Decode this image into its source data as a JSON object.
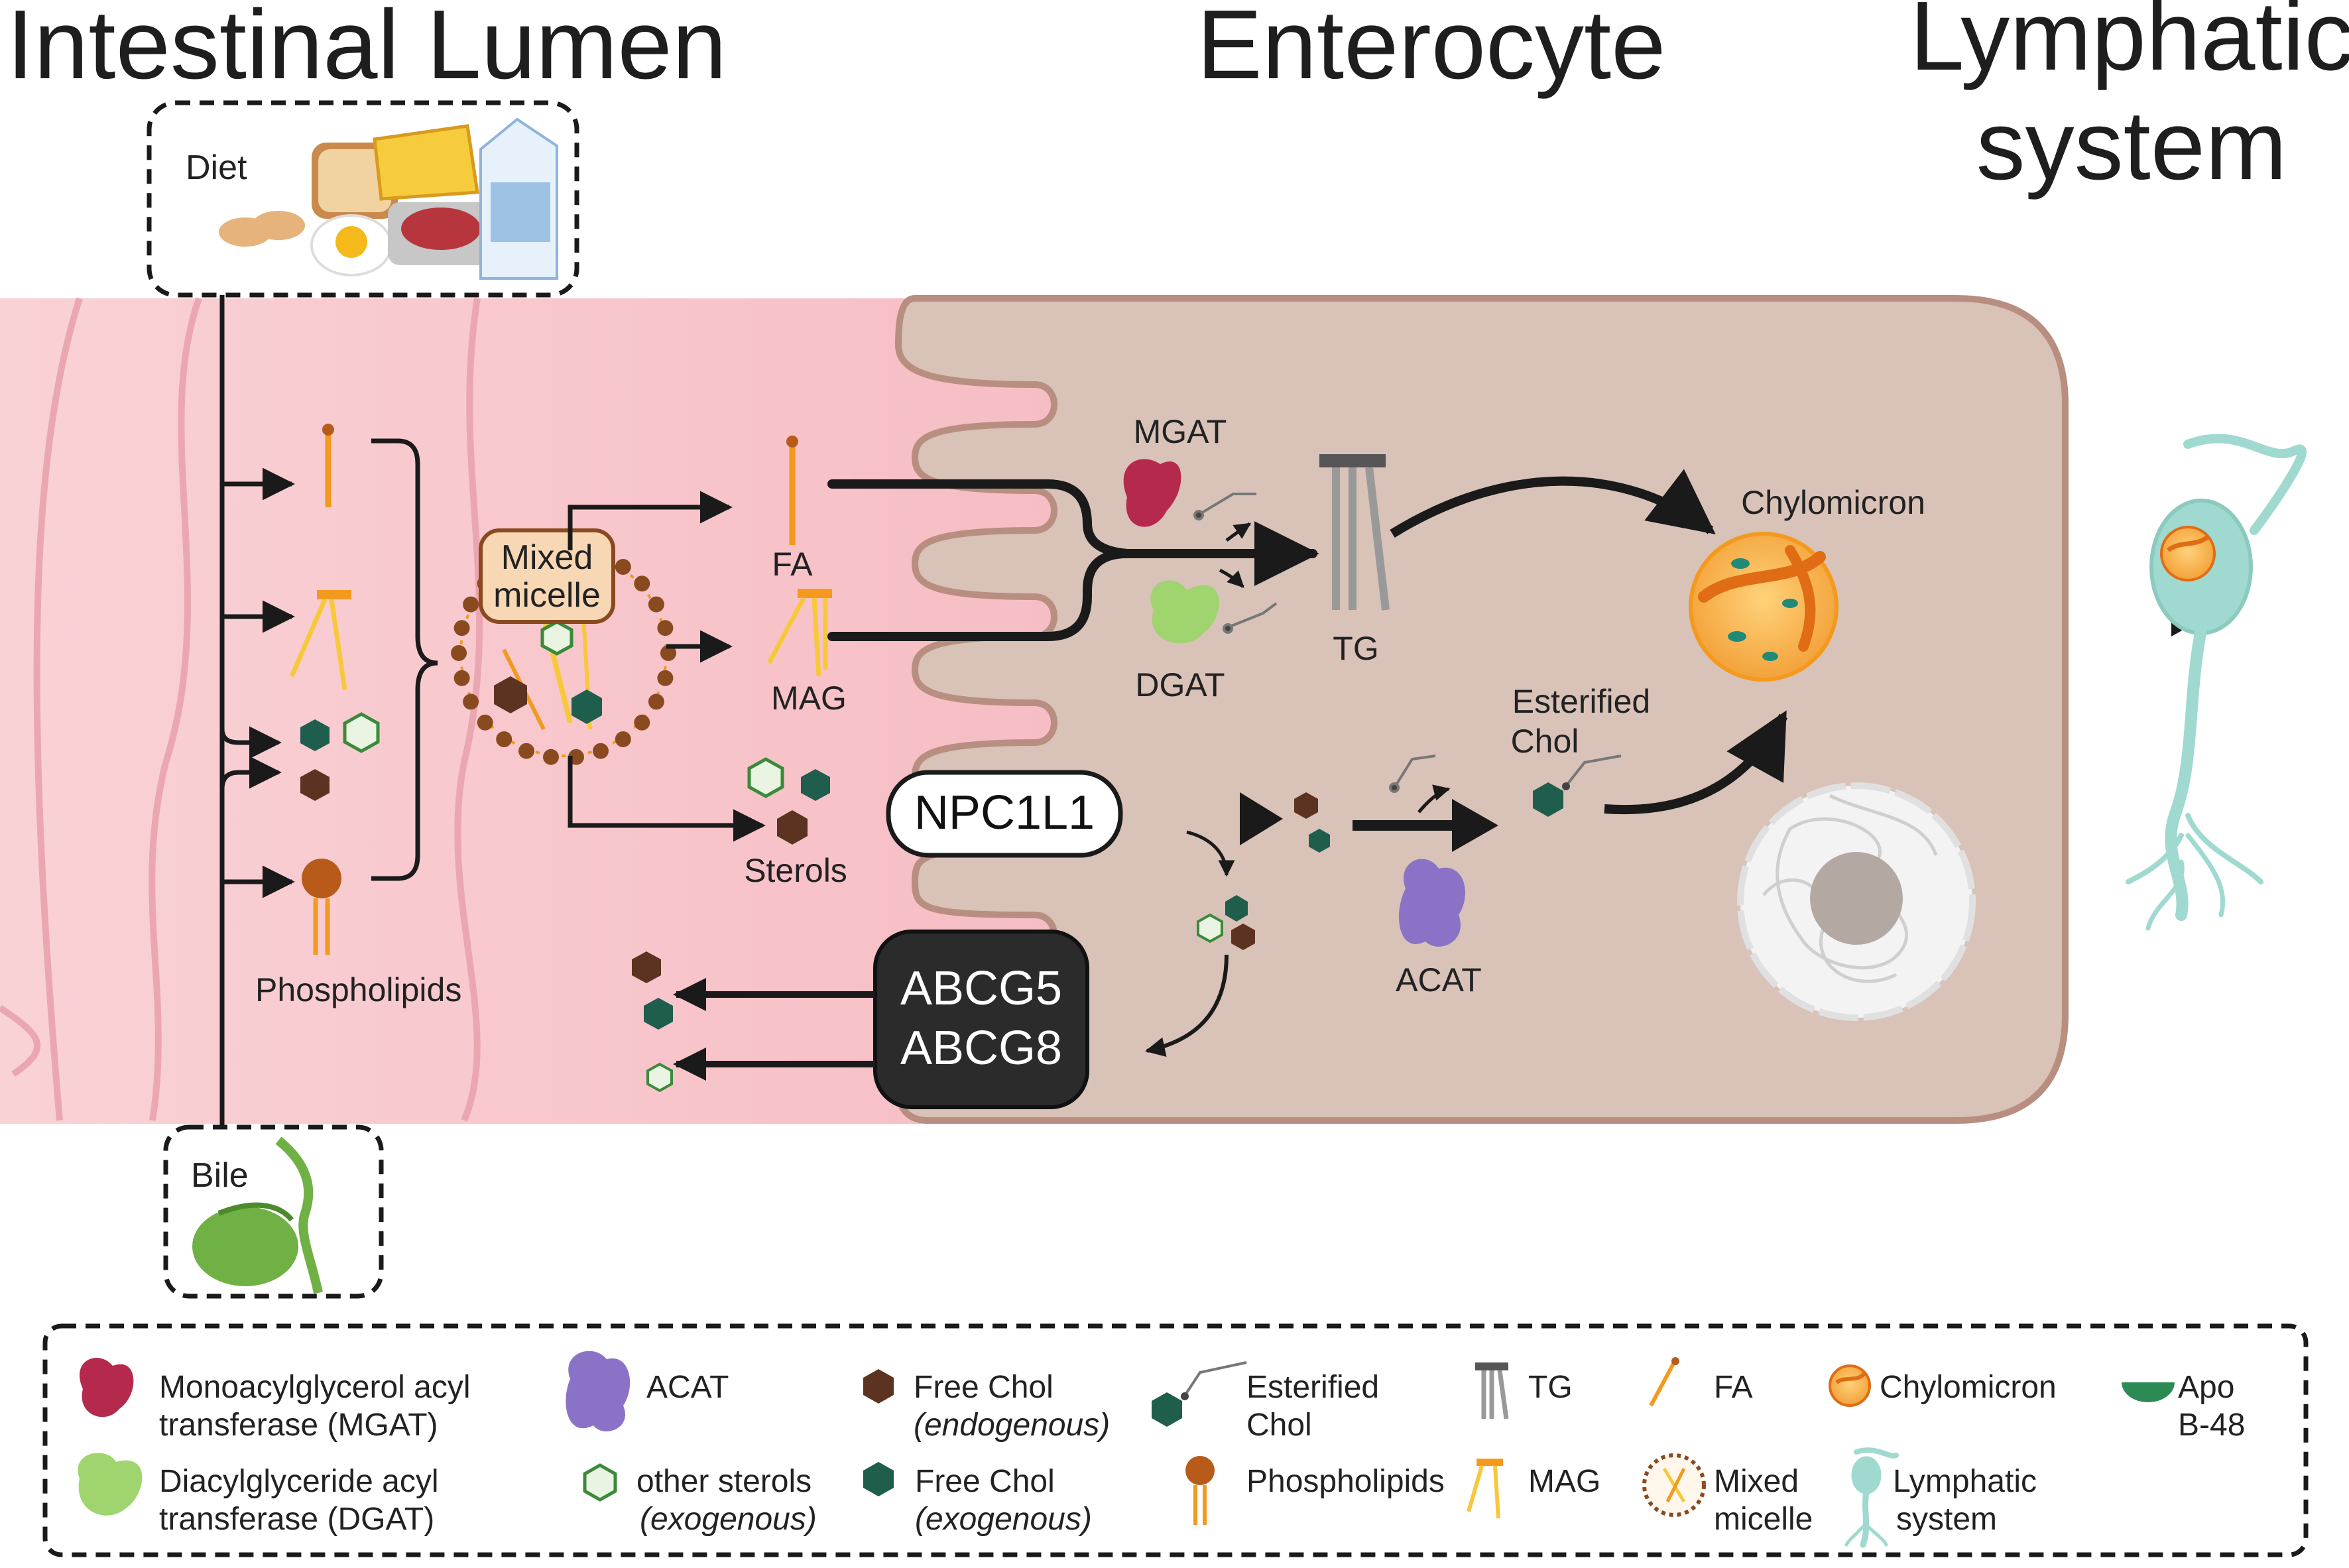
{
  "titles": {
    "lumen": "Intestinal Lumen",
    "enterocyte": "Enterocyte",
    "lymph_line1": "Lymphatic",
    "lymph_line2": "system"
  },
  "sources": {
    "diet": "Diet",
    "bile": "Bile"
  },
  "lumen_labels": {
    "phospholipids": "Phospholipids",
    "micelle_line1": "Mixed",
    "micelle_line2": "micelle",
    "fa": "FA",
    "mag": "MAG",
    "sterols": "Sterols"
  },
  "transporters": {
    "npc1l1": "NPC1L1",
    "abcg5": "ABCG5",
    "abcg8": "ABCG8"
  },
  "cell_labels": {
    "mgat": "MGAT",
    "dgat": "DGAT",
    "tg": "TG",
    "chylomicron": "Chylomicron",
    "esterified_line1": "Esterified",
    "esterified_line2": "Chol",
    "acat": "ACAT"
  },
  "legend": {
    "mgat_line1": "Monoacylglycerol acyl",
    "mgat_line2": "transferase (MGAT)",
    "dgat_line1": "Diacylglyceride acyl",
    "dgat_line2": "transferase (DGAT)",
    "acat": "ACAT",
    "other_sterols_line1": "other sterols",
    "other_sterols_line2": "(exogenous)",
    "free_chol_endo_line1": "Free Chol",
    "free_chol_endo_line2": "(endogenous)",
    "free_chol_exo_line1": "Free Chol",
    "free_chol_exo_line2": "(exogenous)",
    "esterified_line1": "Esterified",
    "esterified_line2": "Chol",
    "phospholipids": "Phospholipids",
    "tg": "TG",
    "mag": "MAG",
    "fa": "FA",
    "chylomicron": "Chylomicron",
    "micelle_line1": "Mixed",
    "micelle_line2": "micelle",
    "apo_line1": "Apo",
    "apo_line2": "B-48",
    "lymph_line1": "Lymphatic",
    "lymph_line2": "system"
  },
  "colors": {
    "lumen_pink": "#f8c6cc",
    "cell_tan": "#d9c2b8",
    "cell_border": "#b88e80",
    "orange": "#f39a1e",
    "yellow": "#f7c93a",
    "chol_dark_brown": "#5c3320",
    "chol_teal": "#1f5e4c",
    "sterol_light": "#e9f4e2",
    "mgat_red": "#b52a4c",
    "dgat_green": "#9fd46e",
    "acat_purple": "#8a73c6",
    "lymph_teal": "#9fd9cf",
    "phospholipid_head": "#b85b1a"
  }
}
